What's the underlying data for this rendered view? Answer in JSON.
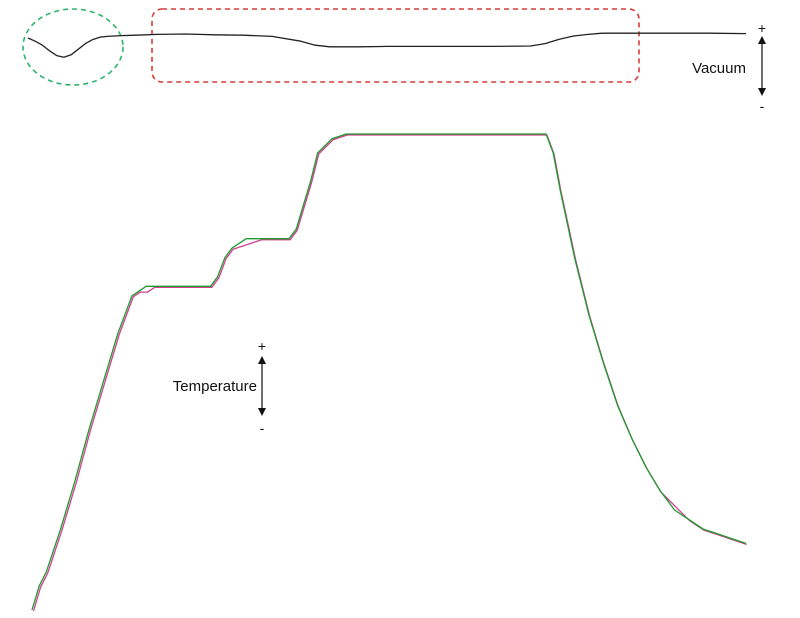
{
  "colors": {
    "background": "#ffffff",
    "vacuum_line": "#222222",
    "temp_green": "#1f9a2f",
    "temp_magenta": "#d0408c",
    "green_highlight": "#2db36b",
    "red_highlight": "#d93a3a",
    "arrow": "#111111"
  },
  "labels": {
    "vacuum": "Vacuum",
    "temperature": "Temperature",
    "plus": "+",
    "minus": "-"
  },
  "chart_data": [
    {
      "type": "line",
      "title": "",
      "ylabel": "Vacuum",
      "xlabel": "",
      "grid": false,
      "highlights": [
        {
          "shape": "ellipse",
          "style": "dashed",
          "color": "#2db36b",
          "x_range": [
            0,
            13
          ]
        },
        {
          "shape": "rounded-rect",
          "style": "dashed",
          "color": "#d93a3a",
          "x_range": [
            17,
            85
          ]
        }
      ],
      "series": [
        {
          "x": [
            0,
            1,
            2,
            3,
            4,
            5,
            6,
            7,
            8,
            9,
            10,
            11,
            12,
            13,
            15,
            18,
            22,
            26,
            30,
            34,
            38,
            40,
            42,
            44,
            46,
            50,
            55,
            60,
            65,
            70,
            72,
            74,
            76,
            78,
            80,
            85,
            90,
            95,
            100
          ],
          "y": [
            0.7,
            0.62,
            0.52,
            0.38,
            0.26,
            0.22,
            0.28,
            0.42,
            0.56,
            0.66,
            0.72,
            0.74,
            0.75,
            0.76,
            0.77,
            0.79,
            0.8,
            0.78,
            0.77,
            0.74,
            0.62,
            0.52,
            0.48,
            0.48,
            0.48,
            0.49,
            0.49,
            0.49,
            0.49,
            0.5,
            0.56,
            0.67,
            0.75,
            0.79,
            0.82,
            0.82,
            0.82,
            0.82,
            0.81
          ]
        }
      ]
    },
    {
      "type": "line",
      "title": "",
      "ylabel": "Temperature",
      "xlabel": "",
      "grid": false,
      "series": [
        {
          "color": "#1f9a2f",
          "x": [
            0,
            1,
            2,
            4,
            6,
            8,
            10,
            12,
            14,
            15,
            16,
            17,
            18,
            20,
            22,
            24,
            25,
            26,
            27,
            28,
            30,
            32,
            34,
            36,
            37,
            38,
            39,
            40,
            42,
            44,
            46,
            50,
            55,
            60,
            65,
            70,
            72,
            73,
            74,
            75,
            76,
            78,
            80,
            82,
            84,
            86,
            88,
            90,
            92,
            94,
            96,
            98,
            100
          ],
          "y": [
            0.0,
            0.05,
            0.08,
            0.17,
            0.27,
            0.38,
            0.48,
            0.58,
            0.66,
            0.67,
            0.68,
            0.68,
            0.68,
            0.68,
            0.68,
            0.68,
            0.68,
            0.7,
            0.74,
            0.76,
            0.78,
            0.78,
            0.78,
            0.78,
            0.8,
            0.85,
            0.9,
            0.96,
            0.99,
            1.0,
            1.0,
            1.0,
            1.0,
            1.0,
            1.0,
            1.0,
            1.0,
            0.96,
            0.88,
            0.81,
            0.74,
            0.62,
            0.52,
            0.43,
            0.36,
            0.3,
            0.25,
            0.21,
            0.19,
            0.17,
            0.16,
            0.15,
            0.14
          ]
        },
        {
          "color": "#d0408c",
          "x": [
            0,
            1,
            2,
            4,
            6,
            8,
            10,
            12,
            14,
            15,
            16,
            17,
            18,
            20,
            22,
            24,
            25,
            26,
            27,
            28,
            30,
            32,
            34,
            36,
            37,
            38,
            39,
            40,
            42,
            44,
            46,
            50,
            55,
            60,
            65,
            70,
            72,
            73,
            74,
            75,
            76,
            78,
            80,
            82,
            84,
            86,
            88,
            90,
            92,
            94,
            96,
            98,
            100
          ],
          "y": [
            0.0,
            0.05,
            0.08,
            0.17,
            0.27,
            0.38,
            0.48,
            0.58,
            0.66,
            0.67,
            0.67,
            0.68,
            0.68,
            0.68,
            0.68,
            0.68,
            0.68,
            0.7,
            0.74,
            0.76,
            0.77,
            0.78,
            0.78,
            0.78,
            0.8,
            0.85,
            0.9,
            0.96,
            0.99,
            1.0,
            1.0,
            1.0,
            1.0,
            1.0,
            1.0,
            1.0,
            1.0,
            0.96,
            0.88,
            0.81,
            0.74,
            0.62,
            0.52,
            0.43,
            0.36,
            0.3,
            0.25,
            0.22,
            0.19,
            0.17,
            0.16,
            0.15,
            0.14
          ]
        }
      ]
    }
  ]
}
